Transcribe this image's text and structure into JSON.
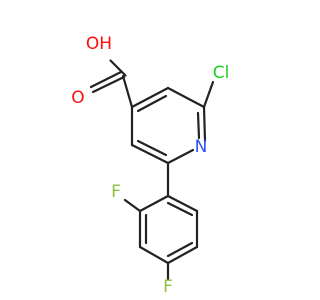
{
  "molecule": {
    "atoms": {
      "oh": {
        "text": "OH",
        "color": "#ff0d0d"
      },
      "o": {
        "text": "O",
        "color": "#ff0d0d"
      },
      "cl": {
        "text": "Cl",
        "color": "#1fd01f"
      },
      "n": {
        "text": "N",
        "color": "#3050f8"
      },
      "f_ortho": {
        "text": "F",
        "color": "#90c040"
      },
      "f_para": {
        "text": "F",
        "color": "#90c040"
      }
    },
    "bond_color": "#222222"
  }
}
